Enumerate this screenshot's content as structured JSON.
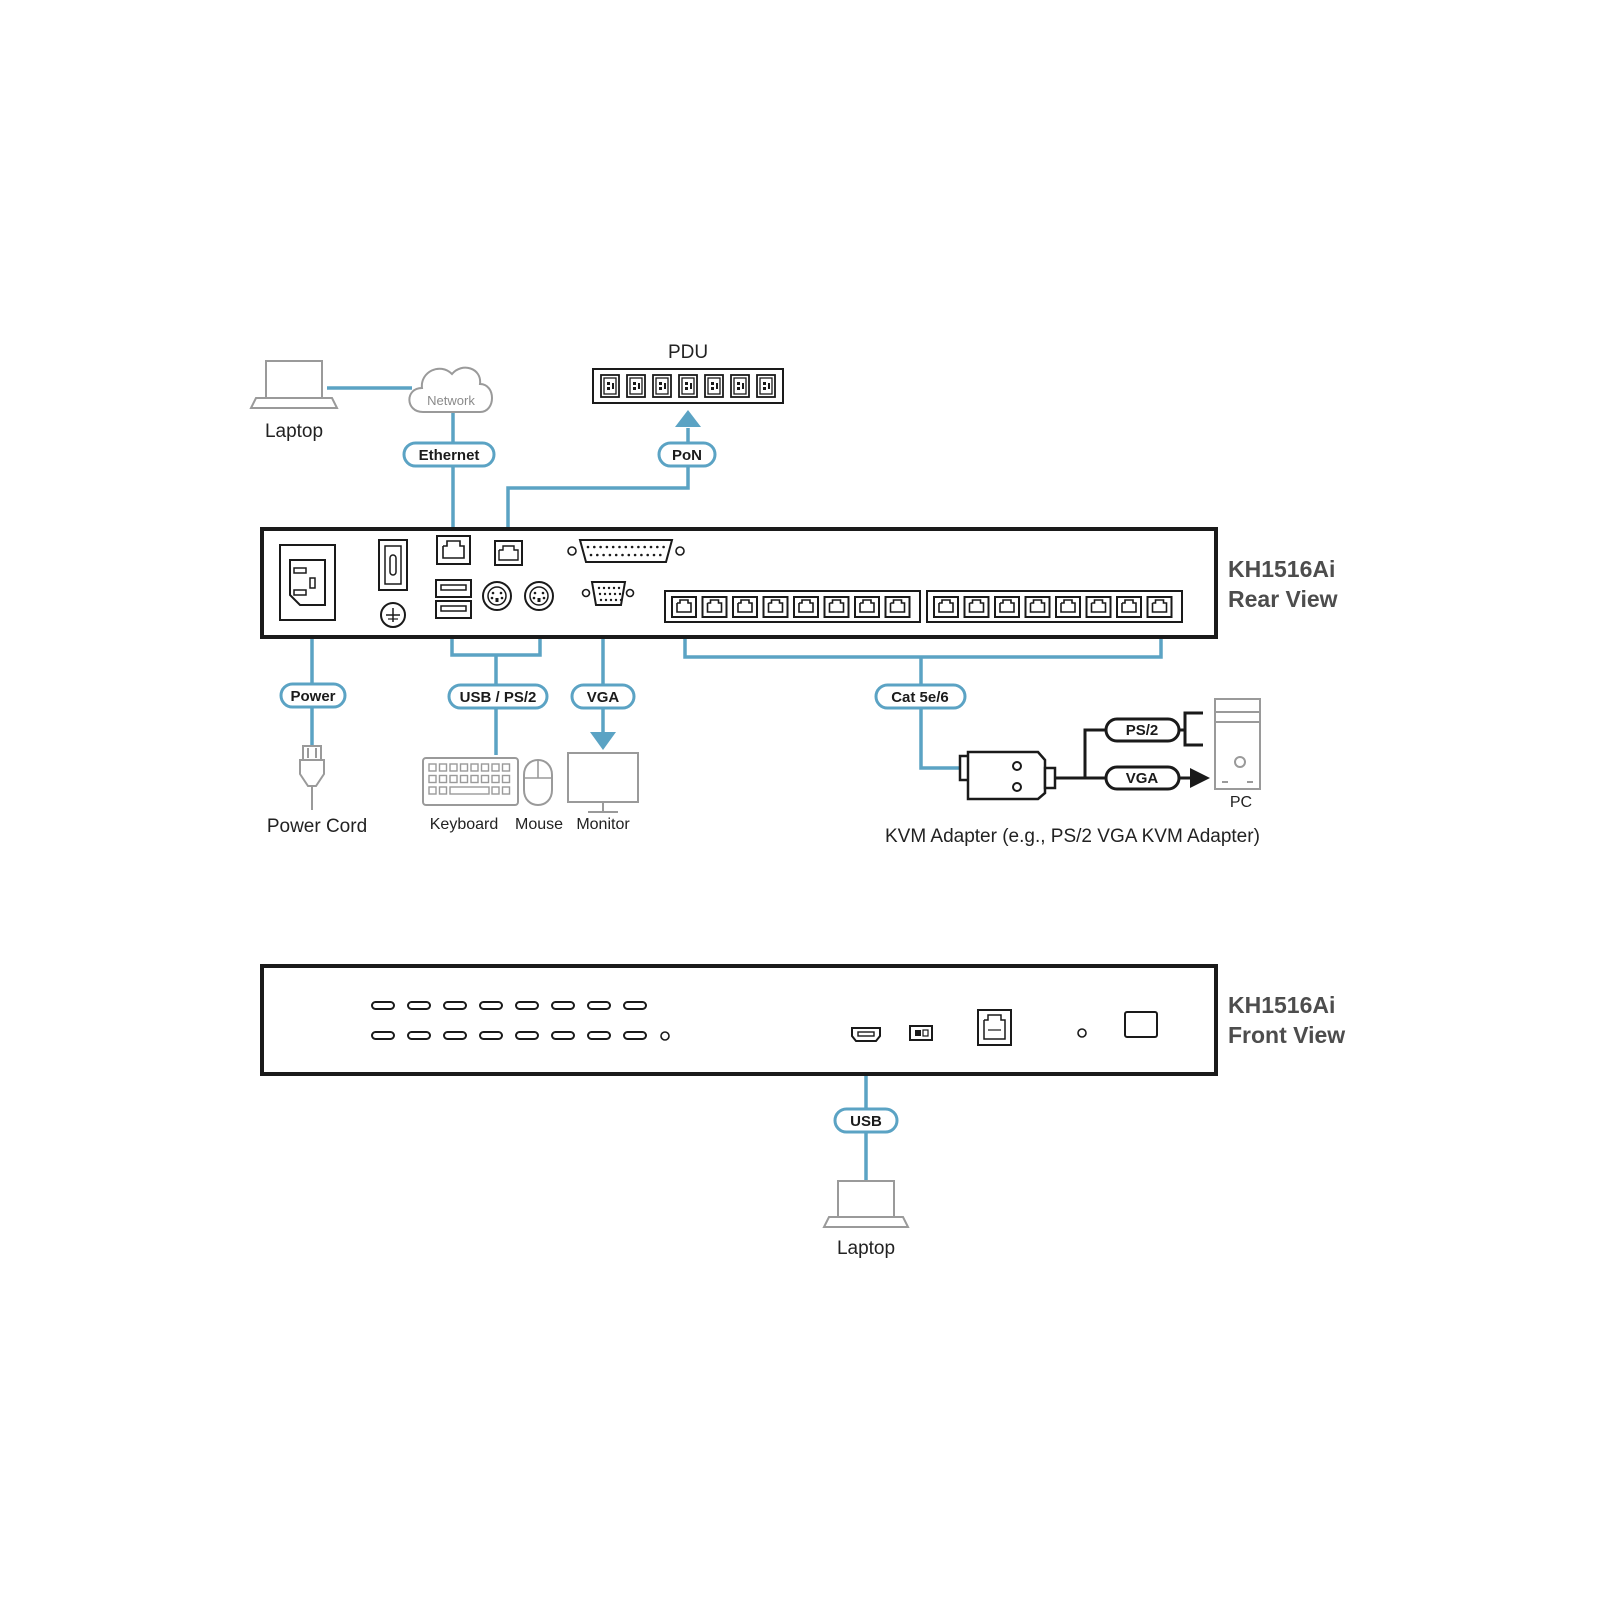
{
  "colors": {
    "cable": "#5ba3c4",
    "pill_border": "#5ba3c4",
    "device_outline": "#1a1a1a",
    "peripheral_gray": "#9a9a9a",
    "title_gray": "#4d4d4d"
  },
  "rear": {
    "title": "KH1516Ai",
    "subtitle": "Rear View"
  },
  "front": {
    "title": "KH1516Ai",
    "subtitle": "Front View"
  },
  "labels": {
    "laptop_top": "Laptop",
    "network": "Network",
    "pdu": "PDU",
    "power_cord": "Power Cord",
    "keyboard": "Keyboard",
    "mouse": "Mouse",
    "monitor": "Monitor",
    "pc": "PC",
    "kvm_adapter": "KVM Adapter  (e.g., PS/2 VGA KVM Adapter)",
    "laptop_bottom": "Laptop"
  },
  "pills": {
    "ethernet": "Ethernet",
    "pon": "PoN",
    "power": "Power",
    "usb_ps2": "USB / PS/2",
    "vga": "VGA",
    "cat": "Cat 5e/6",
    "ps2": "PS/2",
    "vga_adapter": "VGA",
    "usb": "USB"
  },
  "icons": {
    "laptop": "laptop-icon",
    "network": "cloud-icon",
    "pdu": "pdu-icon",
    "power_plug": "power-plug-icon",
    "keyboard": "keyboard-icon",
    "mouse": "mouse-icon",
    "monitor": "monitor-icon",
    "pc": "pc-tower-icon",
    "kvm_adapter": "kvm-adapter-icon"
  }
}
